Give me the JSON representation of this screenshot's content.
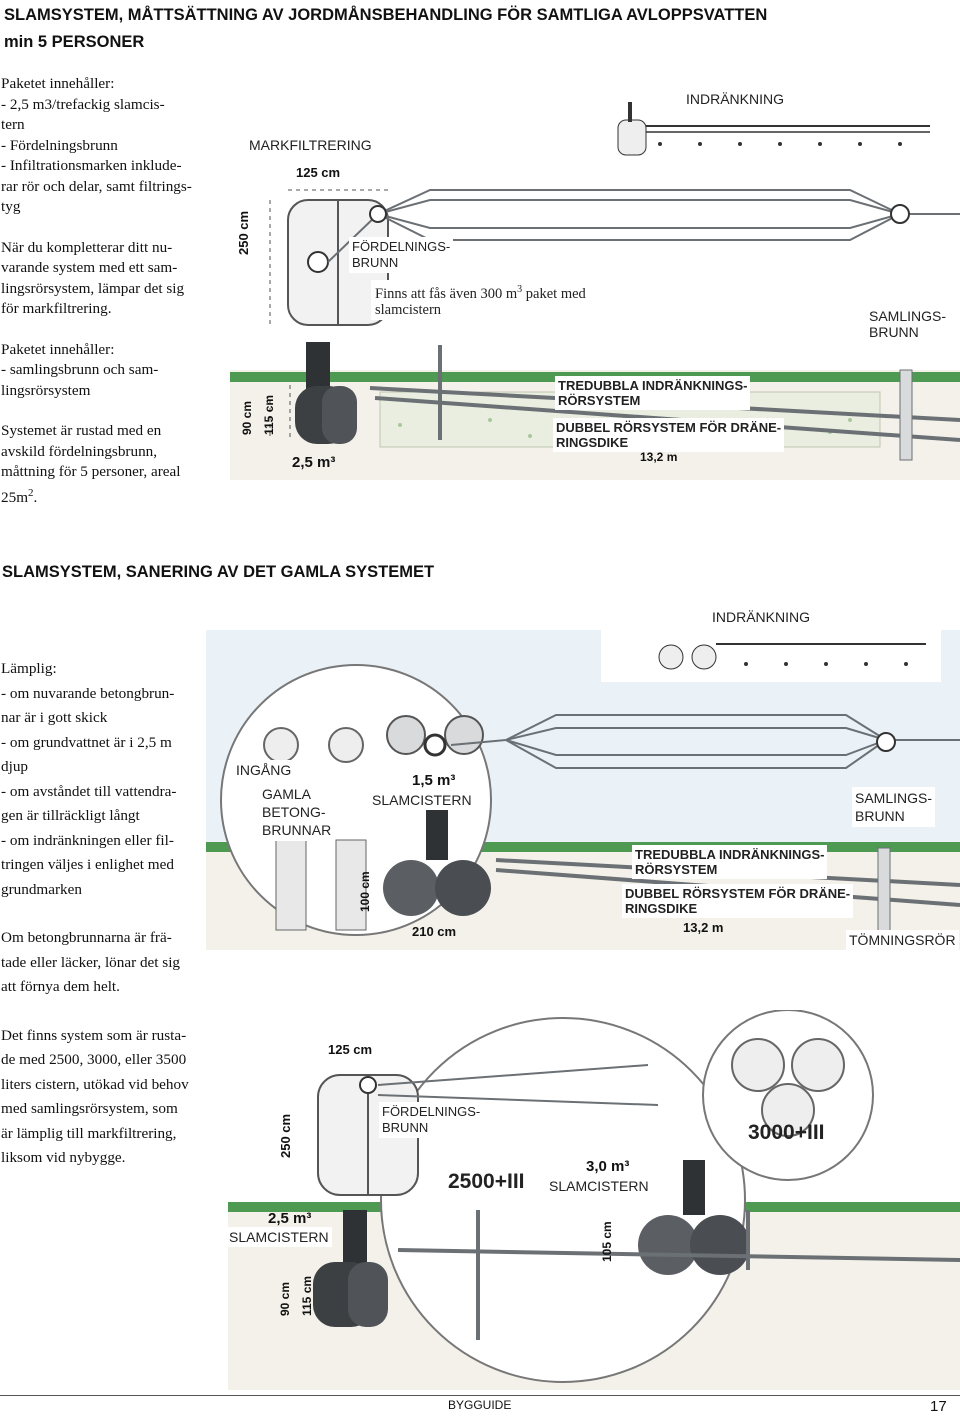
{
  "section1": {
    "title_line1": "SLAMSYSTEM, MÅTTSÄTTNING AV JORDMÅNSBEHANDLING FÖR SAMTLIGA AVLOPPSVATTEN",
    "title_line2": "min 5 PERSONER",
    "para1": [
      "Paketet innehåller:",
      "- 2,5 m3/trefackig slamcis-",
      "tern",
      "- Fördelningsbrunn",
      "- Infiltrationsmarken inklude-",
      "rar rör och delar, samt filtrings-",
      "tyg"
    ],
    "para2": [
      "När du kompletterar ditt nu-",
      "varande system med ett sam-",
      "lingsrörsystem, lämpar det sig",
      "för markfiltrering."
    ],
    "para3": [
      "Paketet innehåller:",
      "- samlingsbrunn och sam-",
      "lingsrörsystem"
    ],
    "para4": [
      "Systemet är rustad med en",
      "avskild fördelningsbrunn,",
      "måttning för 5 personer, areal"
    ],
    "para4_last": "25m",
    "para4_sup": "2",
    "para4_end": ".",
    "labels": {
      "markfiltrering": "MARKFILTRERING",
      "indrankning": "INDRÄNKNING",
      "fordelningsbrunn_1": "FÖRDELNINGS-",
      "fordelningsbrunn_2": "BRUNN",
      "finns_1a": "Finns att fås även 300 m",
      "finns_sup": "3",
      "finns_1b": " paket med",
      "finns_2": "slamcistern",
      "samlingsbrunn_1": "SAMLINGS-",
      "samlingsbrunn_2": "BRUNN",
      "tredubbla_1": "TREDUBBLA INDRÄNKNINGS-",
      "tredubbla_2": "RÖRSYSTEM",
      "dubbel_1": "DUBBEL RÖRSYSTEM FÖR DRÄNE-",
      "dubbel_2": "RINGSDIKE"
    },
    "dims": {
      "d125": "125 cm",
      "d250": "250 cm",
      "d90": "90 cm",
      "d115": "115 cm",
      "vol": "2,5 m³",
      "d13": "13,2 m"
    }
  },
  "section2": {
    "title": "SLAMSYSTEM, SANERING AV DET GAMLA SYSTEMET",
    "para1": [
      "Lämplig:",
      "- om nuvarande betongbrun-",
      "nar är i gott skick",
      "- om grundvattnet är i 2,5 m",
      "djup",
      "- om avståndet till vattendra-",
      "gen är tillräckligt långt",
      "- om indränkningen eller fil-",
      "tringen väljes i enlighet med",
      "grundmarken"
    ],
    "para2": [
      "Om betongbrunnarna är frä-",
      "tade eller läcker, lönar det sig",
      "att förnya dem helt."
    ],
    "para3": [
      "Det finns system som är rusta-",
      "de med 2500, 3000, eller 3500",
      "liters cistern, utökad vid behov",
      "med samlingsrörsystem, som",
      "är lämplig till markfiltrering,",
      "liksom vid nybygge."
    ],
    "labels": {
      "indrankning": "INDRÄNKNING",
      "ingang": "INGÅNG",
      "gamla_1": "GAMLA",
      "gamla_2": "BETONG-",
      "gamla_3": "BRUNNAR",
      "slamcistern": "SLAMCISTERN",
      "samlingsbrunn_1": "SAMLINGS-",
      "samlingsbrunn_2": "BRUNN",
      "tredubbla_1": "TREDUBBLA INDRÄNKNINGS-",
      "tredubbla_2": "RÖRSYSTEM",
      "dubbel_1": "DUBBEL RÖRSYSTEM FÖR DRÄNE-",
      "dubbel_2": "RINGSDIKE",
      "tomningsror": "TÖMNINGSRÖR",
      "fordelningsbrunn_1": "FÖRDELNINGS-",
      "fordelningsbrunn_2": "BRUNN",
      "slamcistern_b1": "SLAMCISTERN",
      "slamcistern_b2": "SLAMCISTERN"
    },
    "dims": {
      "vol15": "1,5 m³",
      "d100": "100 cm",
      "d210": "210 cm",
      "d13": "13,2 m",
      "d125": "125 cm",
      "d250": "250 cm",
      "vol25": "2,5 m³",
      "d90": "90 cm",
      "d115": "115 cm",
      "vol30": "3,0 m³",
      "d105": "105 cm",
      "m2500": "2500+III",
      "m3000": "3000+III"
    }
  },
  "footer": {
    "brand": "BYGGUIDE",
    "page": "17"
  },
  "colors": {
    "grass": "#4f9a52",
    "pipe": "#d8dadc",
    "pipe_edge": "#6b7075",
    "tank": "#3c4043",
    "ground": "#f3f1ea"
  }
}
